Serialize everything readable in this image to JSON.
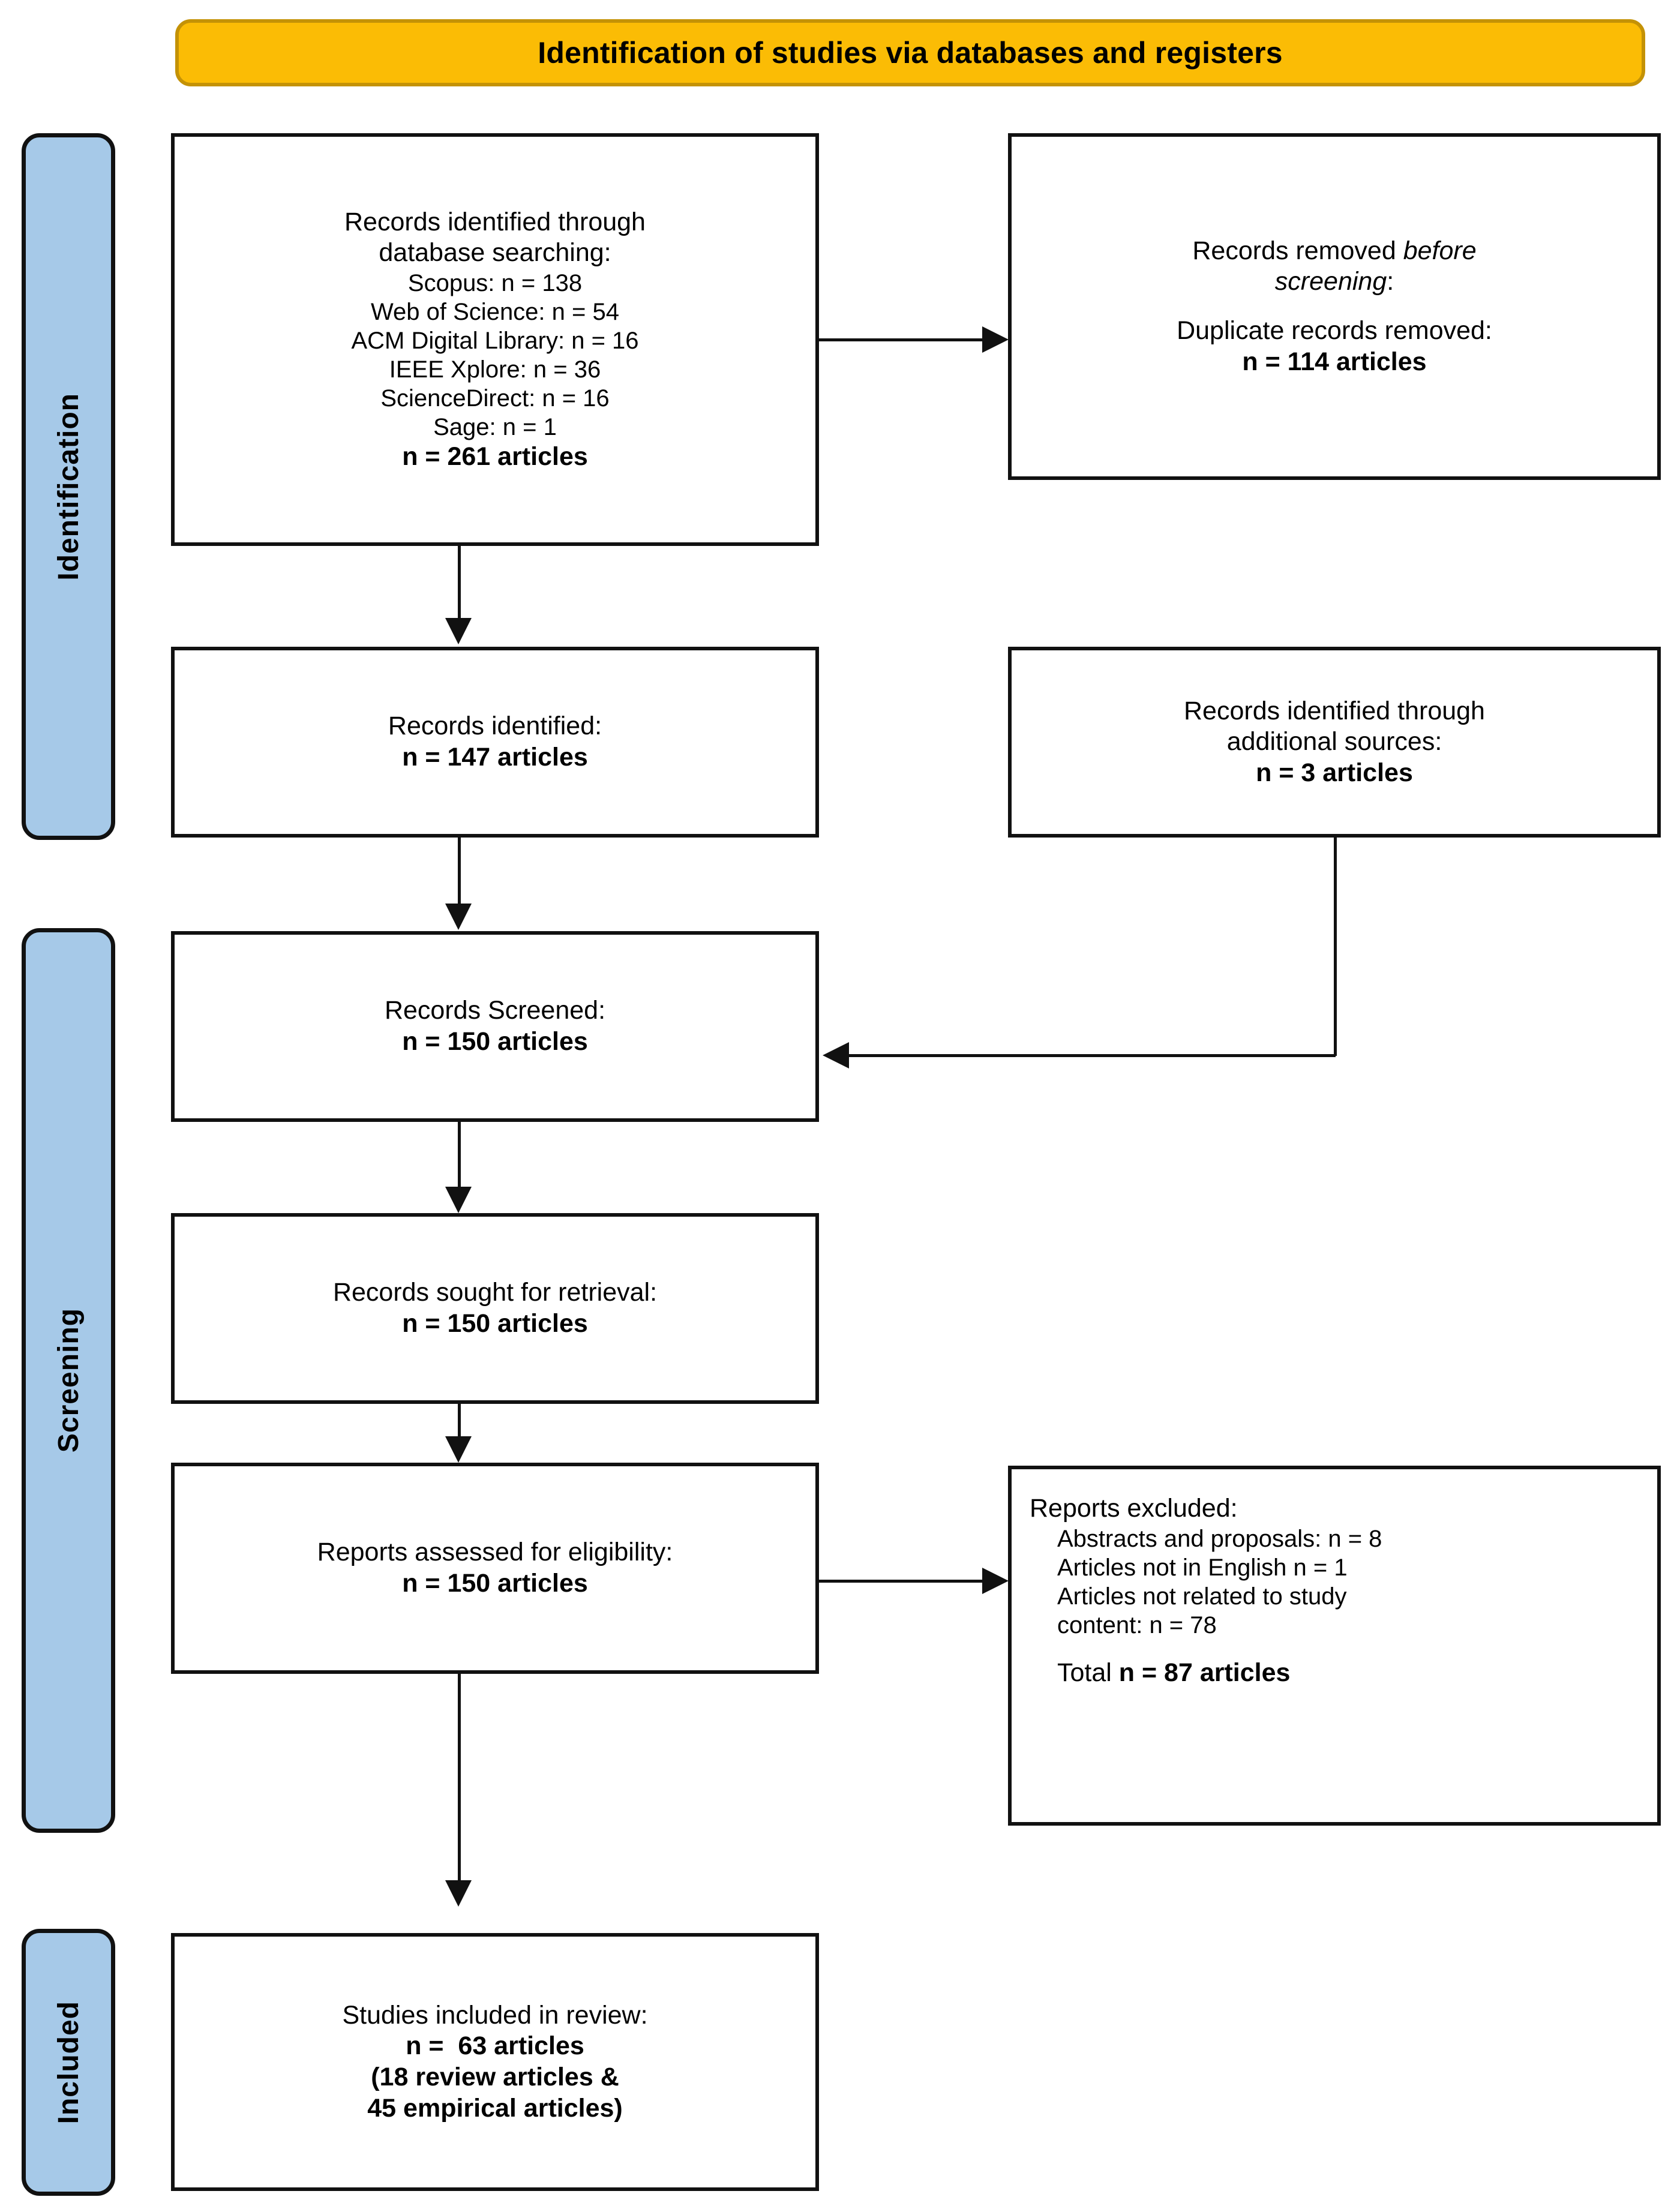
{
  "banner": {
    "title": "Identification of studies via databases and registers"
  },
  "colors": {
    "banner_fill": "#FBBC05",
    "banner_border": "#C49206",
    "sidebar_fill": "#A6C9E8",
    "line": "#111111",
    "box_fill": "#FFFFFF"
  },
  "stages": [
    {
      "label": "Identification"
    },
    {
      "label": "Screening"
    },
    {
      "label": "Included"
    }
  ],
  "boxes": {
    "identified_through_database": {
      "lines": [
        {
          "text": "Records identified through",
          "bold": false
        },
        {
          "text": "database searching:",
          "bold": false
        },
        {
          "text": "Scopus: n = 138",
          "bold": false
        },
        {
          "text": "Web of Science: n = 54",
          "bold": false
        },
        {
          "text": "ACM Digital Library: n = 16",
          "bold": false
        },
        {
          "text": "IEEE Xplore: n = 36",
          "bold": false
        },
        {
          "text": "ScienceDirect: n = 16",
          "bold": false
        },
        {
          "text": "Sage: n = 1",
          "bold": false
        },
        {
          "text": "n = 261 articles",
          "bold": true
        }
      ],
      "total": "n = 261 articles",
      "sources": [
        {
          "name": "Scopus",
          "count": 138
        },
        {
          "name": "Web of Science",
          "count": 54
        },
        {
          "name": "ACM Digital Library",
          "count": 16
        },
        {
          "name": "IEEE Xplore",
          "count": 36
        },
        {
          "name": "ScienceDirect",
          "count": 16
        },
        {
          "name": "Sage",
          "count": 1
        }
      ]
    },
    "records_removed": {
      "line1_normal": "Records removed ",
      "line1_italic": "before",
      "line2_italic": "screening",
      "line2_normal": ":",
      "line3": "Duplicate records removed:",
      "line4": "n = 114 articles"
    },
    "records_identified": {
      "line1": "Records identified:",
      "line2": "n = 147 articles"
    },
    "additional_sources": {
      "line1": "Records identified through",
      "line2": "additional sources:",
      "line3": "n = 3 articles"
    },
    "records_screened": {
      "line1": "Records Screened:",
      "line2": "n = 150 articles"
    },
    "records_sought": {
      "line1": "Records sought for retrieval:",
      "line2": "n = 150 articles"
    },
    "reports_assessed": {
      "line1": "Reports assessed for eligibility:",
      "line2": "n = 150 articles"
    },
    "reports_excluded": {
      "heading": "Reports excluded:",
      "items": [
        "Abstracts and proposals: n = 8",
        "Articles not in English n = 1",
        "Articles not related to study",
        "content: n = 78"
      ],
      "total_label": "Total ",
      "total_value": "n = 87 articles"
    },
    "studies_included": {
      "line1": "Studies included in review:",
      "line2": "n =  63 articles",
      "line3": "(18 review articles &",
      "line4": "45 empirical articles)"
    }
  }
}
